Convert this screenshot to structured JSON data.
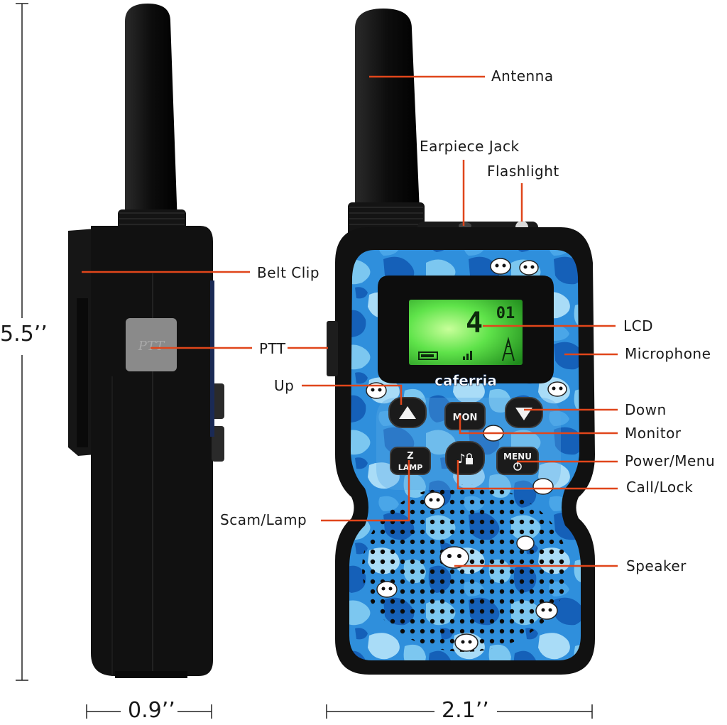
{
  "dimensions": {
    "height": "5.5’’",
    "depth": "0.9’’",
    "width": "2.1’’"
  },
  "labels": {
    "antenna": "Antenna",
    "earpiece_jack": "Earpiece Jack",
    "flashlight": "Flashlight",
    "belt_clip": "Belt Clip",
    "ptt": "PTT",
    "lcd": "LCD",
    "microphone": "Microphone",
    "up": "Up",
    "down": "Down",
    "monitor": "Monitor",
    "power_menu": "Power/Menu",
    "call_lock": "Call/Lock",
    "scam_lamp": "Scam/Lamp",
    "speaker": "Speaker"
  },
  "device": {
    "brand": "caferria",
    "side_button": "PTT",
    "lcd_channel": "4",
    "lcd_code": "01",
    "buttons": {
      "monitor": "MON",
      "menu": "MENU",
      "lamp": "LAMP"
    }
  },
  "colors": {
    "leader_line": "#e0461b",
    "body": "#111111",
    "camo_light": "#7cc7f0",
    "camo_mid": "#2f8fdc",
    "camo_dark": "#1560b8",
    "lcd_green": "#5fe34a"
  }
}
